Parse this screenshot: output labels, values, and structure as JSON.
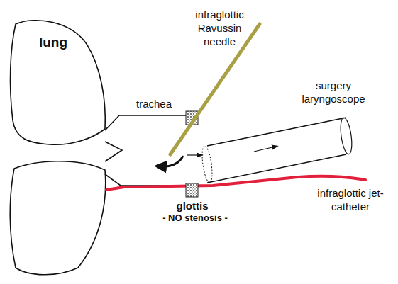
{
  "diagram": {
    "labels": [
      "lung",
      "infraglottic Ravussin needle",
      "trachea",
      "surgery laryngoscope",
      "glottis",
      "- NO stenosis -",
      "infraglottic jet-catheter"
    ]
  }
}
